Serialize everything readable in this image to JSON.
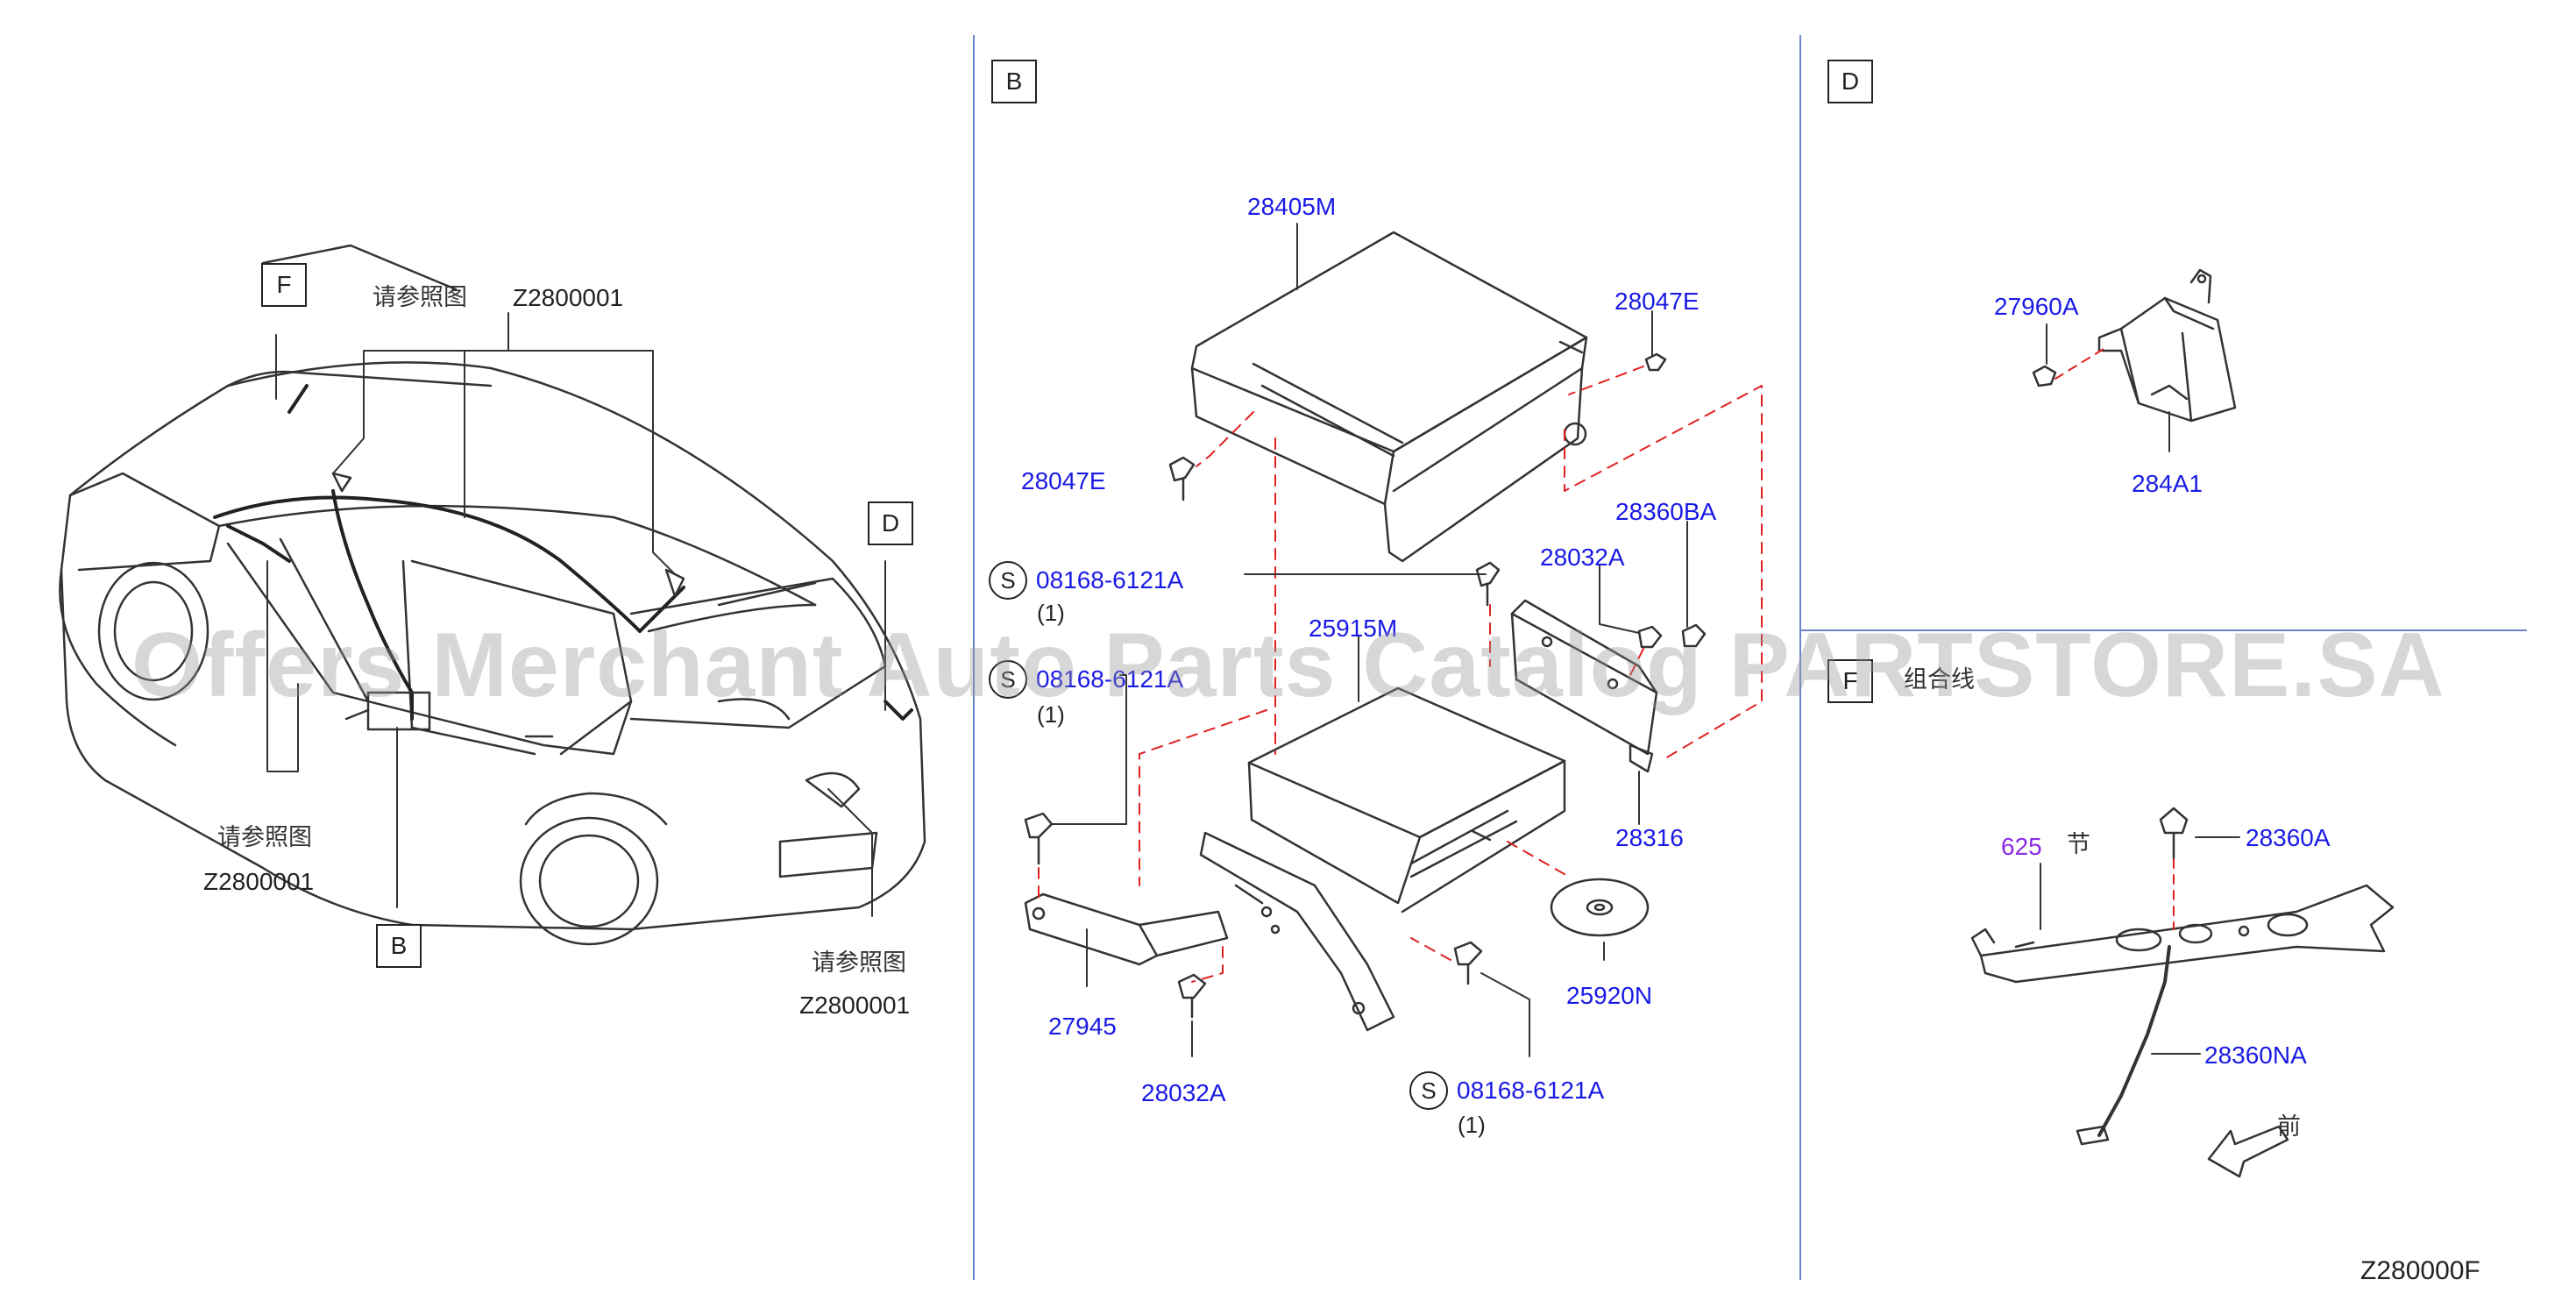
{
  "sections": {
    "B": "B",
    "D": "D",
    "F": "F"
  },
  "car_view": {
    "callout_F": "F",
    "callout_D": "D",
    "callout_B": "B",
    "ref_top_cn": "请参照图",
    "ref_top_code": "Z2800001",
    "ref_left_cn": "请参照图",
    "ref_left_code": "Z2800001",
    "ref_right_cn": "请参照图",
    "ref_right_code": "Z2800001"
  },
  "section_b": {
    "parts": {
      "p28405M": "28405M",
      "p28047E_top": "28047E",
      "p28047E_left": "28047E",
      "p28360BA": "28360BA",
      "p28032A_top": "28032A",
      "p25915M": "25915M",
      "p28316": "28316",
      "p25920N": "25920N",
      "p27945": "27945",
      "p28032A_bottom": "28032A"
    },
    "std_parts": [
      {
        "badge": "S",
        "code": "08168-6121A",
        "qty": "(1)"
      },
      {
        "badge": "S",
        "code": "08168-6121A",
        "qty": "(1)"
      },
      {
        "badge": "S",
        "code": "08168-6121A",
        "qty": "(1)"
      }
    ]
  },
  "section_d": {
    "p27960A": "27960A",
    "p284A1": "284A1"
  },
  "section_f": {
    "box": "F",
    "note_cn": "组合线",
    "p625": "625",
    "p625_cn": "节",
    "p28360A": "28360A",
    "p28360NA": "28360NA",
    "front_cn": "前"
  },
  "diagram_code": "Z280000F",
  "watermark": "Offers Merchant Auto Parts Catalog PARTSTORE.SA",
  "colors": {
    "part_label": "#1a1ae6",
    "divider": "#6b86c8",
    "leader": "#333333",
    "hidden_line": "#e02020",
    "purple": "#8a2be2"
  }
}
